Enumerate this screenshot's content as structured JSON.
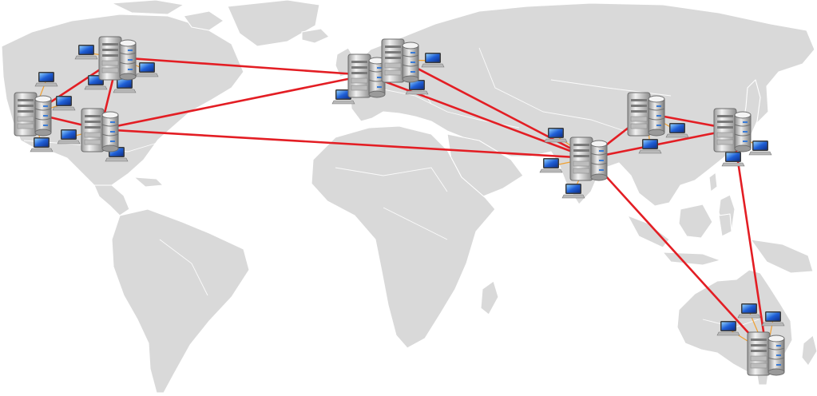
{
  "colors": {
    "background": "#ffffff",
    "land": "#d9d9d9",
    "borders": "#ffffff",
    "link": "#e31e24",
    "client_link": "#f0a030",
    "server_body": "#d0d0d0",
    "screen": "#1f5fd6"
  },
  "map": {
    "icon": "world-map"
  },
  "network": {
    "server_icon": "server-database-icon",
    "client_icon": "laptop-icon",
    "hubs": [
      {
        "id": "us-west"
      },
      {
        "id": "canada"
      },
      {
        "id": "us-east"
      },
      {
        "id": "western-europe"
      },
      {
        "id": "northern-europe"
      },
      {
        "id": "south-asia"
      },
      {
        "id": "east-asia"
      },
      {
        "id": "japan"
      },
      {
        "id": "australia"
      }
    ],
    "links": [
      [
        "us-west",
        "canada"
      ],
      [
        "us-west",
        "us-east"
      ],
      [
        "canada",
        "us-east"
      ],
      [
        "canada",
        "western-europe"
      ],
      [
        "us-east",
        "western-europe"
      ],
      [
        "us-east",
        "south-asia"
      ],
      [
        "western-europe",
        "northern-europe"
      ],
      [
        "western-europe",
        "south-asia"
      ],
      [
        "northern-europe",
        "south-asia"
      ],
      [
        "south-asia",
        "east-asia"
      ],
      [
        "south-asia",
        "japan"
      ],
      [
        "east-asia",
        "japan"
      ],
      [
        "south-asia",
        "australia"
      ],
      [
        "japan",
        "australia"
      ]
    ],
    "clients": [
      {
        "hub": "us-west"
      },
      {
        "hub": "us-west"
      },
      {
        "hub": "us-west"
      },
      {
        "hub": "canada"
      },
      {
        "hub": "canada"
      },
      {
        "hub": "canada"
      },
      {
        "hub": "canada"
      },
      {
        "hub": "us-east"
      },
      {
        "hub": "us-east"
      },
      {
        "hub": "western-europe"
      },
      {
        "hub": "northern-europe"
      },
      {
        "hub": "northern-europe"
      },
      {
        "hub": "south-asia"
      },
      {
        "hub": "south-asia"
      },
      {
        "hub": "south-asia"
      },
      {
        "hub": "east-asia"
      },
      {
        "hub": "east-asia"
      },
      {
        "hub": "japan"
      },
      {
        "hub": "japan"
      },
      {
        "hub": "australia"
      },
      {
        "hub": "australia"
      },
      {
        "hub": "australia"
      }
    ]
  }
}
